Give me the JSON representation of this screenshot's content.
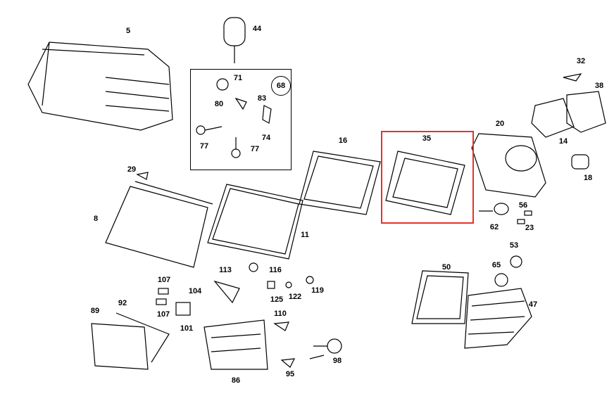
{
  "diagram": {
    "highlight_color": "#e8302a",
    "highlighted_part": "35",
    "inset_badge": "68",
    "parts": [
      {
        "id": "5",
        "label": "5"
      },
      {
        "id": "44",
        "label": "44"
      },
      {
        "id": "71",
        "label": "71"
      },
      {
        "id": "80",
        "label": "80"
      },
      {
        "id": "83",
        "label": "83"
      },
      {
        "id": "74",
        "label": "74"
      },
      {
        "id": "77a",
        "label": "77"
      },
      {
        "id": "77b",
        "label": "77"
      },
      {
        "id": "16",
        "label": "16"
      },
      {
        "id": "35",
        "label": "35"
      },
      {
        "id": "20",
        "label": "20"
      },
      {
        "id": "32",
        "label": "32"
      },
      {
        "id": "38",
        "label": "38"
      },
      {
        "id": "14",
        "label": "14"
      },
      {
        "id": "18",
        "label": "18"
      },
      {
        "id": "29",
        "label": "29"
      },
      {
        "id": "8",
        "label": "8"
      },
      {
        "id": "11",
        "label": "11"
      },
      {
        "id": "56",
        "label": "56"
      },
      {
        "id": "62",
        "label": "62"
      },
      {
        "id": "23",
        "label": "23"
      },
      {
        "id": "53",
        "label": "53"
      },
      {
        "id": "65",
        "label": "65"
      },
      {
        "id": "50",
        "label": "50"
      },
      {
        "id": "47",
        "label": "47"
      },
      {
        "id": "113",
        "label": "113"
      },
      {
        "id": "116",
        "label": "116"
      },
      {
        "id": "107a",
        "label": "107"
      },
      {
        "id": "104",
        "label": "104"
      },
      {
        "id": "119",
        "label": "119"
      },
      {
        "id": "125",
        "label": "125"
      },
      {
        "id": "122",
        "label": "122"
      },
      {
        "id": "107b",
        "label": "107"
      },
      {
        "id": "92",
        "label": "92"
      },
      {
        "id": "89",
        "label": "89"
      },
      {
        "id": "110",
        "label": "110"
      },
      {
        "id": "101",
        "label": "101"
      },
      {
        "id": "98",
        "label": "98"
      },
      {
        "id": "95",
        "label": "95"
      },
      {
        "id": "86",
        "label": "86"
      }
    ]
  }
}
